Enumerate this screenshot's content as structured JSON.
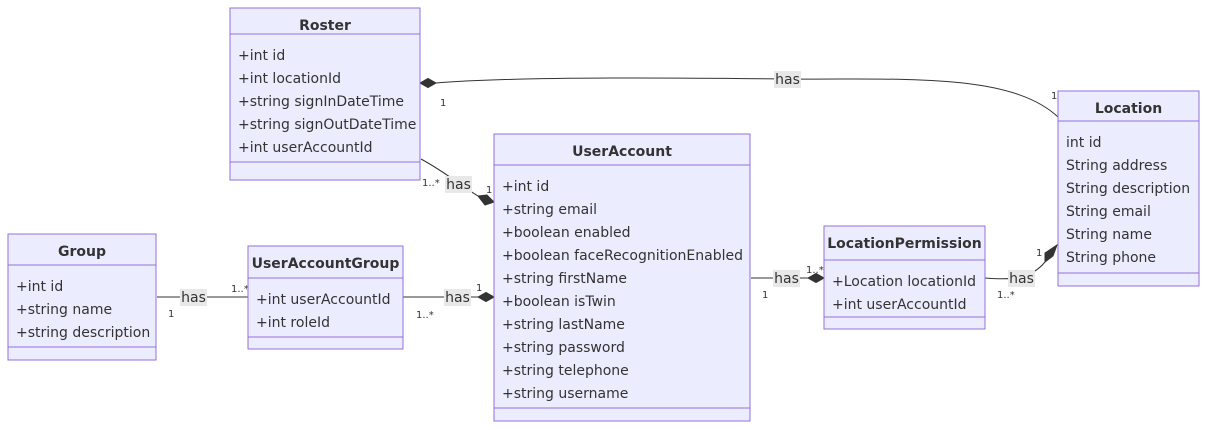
{
  "classes": {
    "roster": {
      "title": "Roster",
      "members": [
        "+int id",
        "+int locationId",
        "+string signInDateTime",
        "+string signOutDateTime",
        "+int userAccountId"
      ]
    },
    "location": {
      "title": "Location",
      "members": [
        "int id",
        "String address",
        "String description",
        "String email",
        "String name",
        "String phone"
      ]
    },
    "useraccount": {
      "title": "UserAccount",
      "members": [
        "+int id",
        "+string email",
        "+boolean enabled",
        "+boolean faceRecognitionEnabled",
        "+string firstName",
        "+boolean isTwin",
        "+string lastName",
        "+string password",
        "+string telephone",
        "+string username"
      ]
    },
    "group": {
      "title": "Group",
      "members": [
        "+int id",
        "+string name",
        "+string description"
      ]
    },
    "useraccountgroup": {
      "title": "UserAccountGroup",
      "members": [
        "+int userAccountId",
        "+int roleId"
      ]
    },
    "locationpermission": {
      "title": "LocationPermission",
      "members": [
        "+Location locationId",
        "+int userAccountId"
      ]
    }
  },
  "relations": {
    "roster_location": {
      "label": "has",
      "card_from": "1",
      "card_to": "1"
    },
    "roster_useraccount": {
      "label": "has",
      "card_from": "1..*",
      "card_to": "1"
    },
    "group_useraccountgroup": {
      "label": "has",
      "card_from": "1",
      "card_to": "1..*"
    },
    "useraccountgroup_useraccount": {
      "label": "has",
      "card_from": "1..*",
      "card_to": "1"
    },
    "useraccount_locationpermission": {
      "label": "has",
      "card_from": "1",
      "card_to": "1..*"
    },
    "locationpermission_location": {
      "label": "has",
      "card_from": "1..*",
      "card_to": "1"
    }
  }
}
